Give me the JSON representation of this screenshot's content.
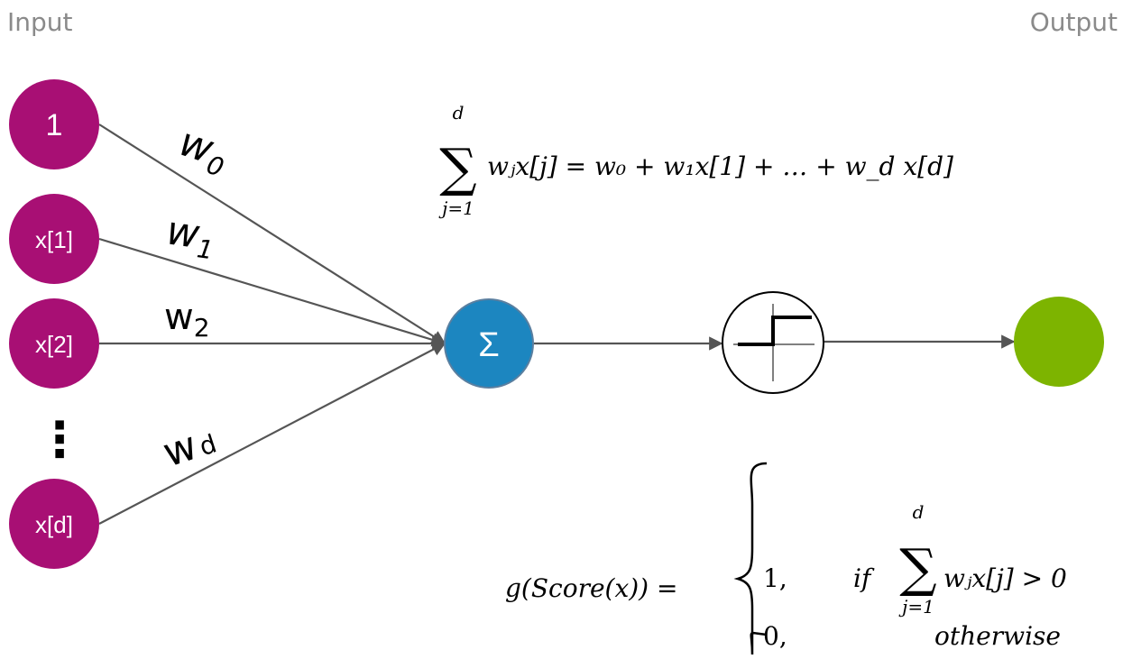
{
  "header": {
    "input_label": "Input",
    "output_label": "Output"
  },
  "colors": {
    "input_node": "#a80f74",
    "sum_node": "#1c86c0",
    "output_node": "#7db400",
    "edge": "#555555",
    "label_gray": "#8a8a8a"
  },
  "inputs": [
    {
      "label": "1"
    },
    {
      "label": "x[1]"
    },
    {
      "label": "x[2]"
    },
    {
      "label": "x[d]"
    }
  ],
  "ellipsis": "⋮",
  "weights": [
    {
      "base": "w",
      "sub": "0"
    },
    {
      "base": "w",
      "sub": "1"
    },
    {
      "base": "w",
      "sub": "2"
    },
    {
      "base": "w",
      "sub": "d"
    }
  ],
  "sum_symbol": "Σ",
  "activation_icon": "step-function-icon",
  "score_formula": {
    "sum_upper": "d",
    "sum_symbol": "∑",
    "sum_lower": "j=1",
    "body": "wⱼx[j] = w₀ + w₁x[1] + … + w_d x[d]"
  },
  "g_formula": {
    "lhs": "g(Score(x)) =",
    "case1_value": "1,",
    "case1_condition_prefix": "if",
    "case1_sum_upper": "d",
    "case1_sum_symbol": "∑",
    "case1_sum_lower": "j=1",
    "case1_condition_body": "wⱼx[j] > 0",
    "case2_value": "0,",
    "case2_condition": "otherwise"
  }
}
